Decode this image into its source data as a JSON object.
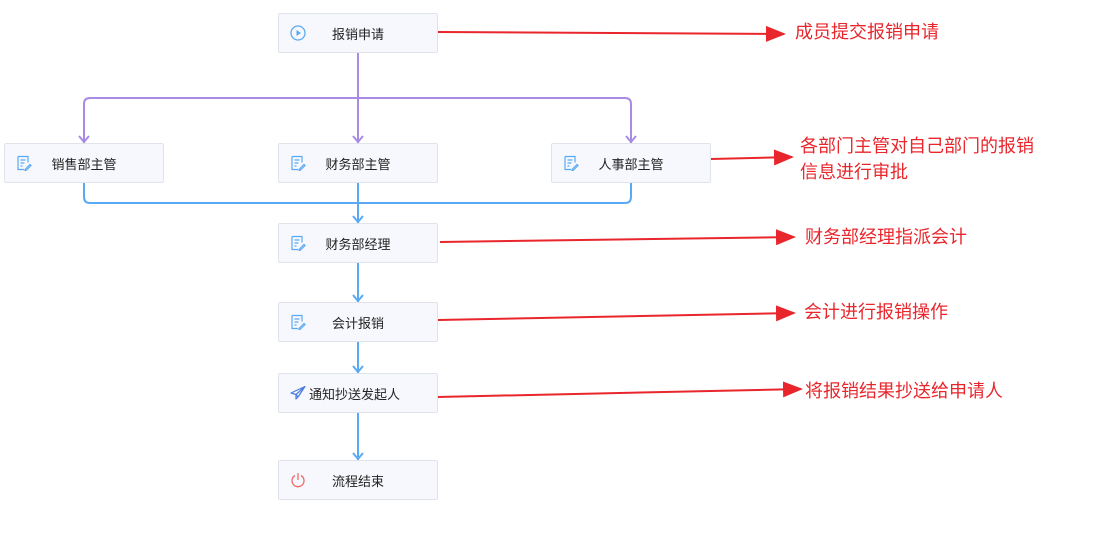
{
  "nodes": [
    {
      "label": "报销申请",
      "icon": "play-circle-icon"
    },
    {
      "label": "销售部主管",
      "icon": "edit-doc-icon"
    },
    {
      "label": "财务部主管",
      "icon": "edit-doc-icon"
    },
    {
      "label": "人事部主管",
      "icon": "edit-doc-icon"
    },
    {
      "label": "财务部经理",
      "icon": "edit-doc-icon"
    },
    {
      "label": "会计报销",
      "icon": "edit-doc-icon"
    },
    {
      "label": "通知抄送发起人",
      "icon": "paper-plane-icon"
    },
    {
      "label": "流程结束",
      "icon": "power-icon"
    }
  ],
  "annotations": [
    "成员提交报销申请",
    "各部门主管对自己部门的报销",
    "信息进行审批",
    "财务部经理指派会计",
    "会计进行报销操作",
    "将报销结果抄送给申请人"
  ],
  "colors": {
    "branch": "#a98be6",
    "flow": "#5aa9f5",
    "annotation": "#e8262c"
  }
}
